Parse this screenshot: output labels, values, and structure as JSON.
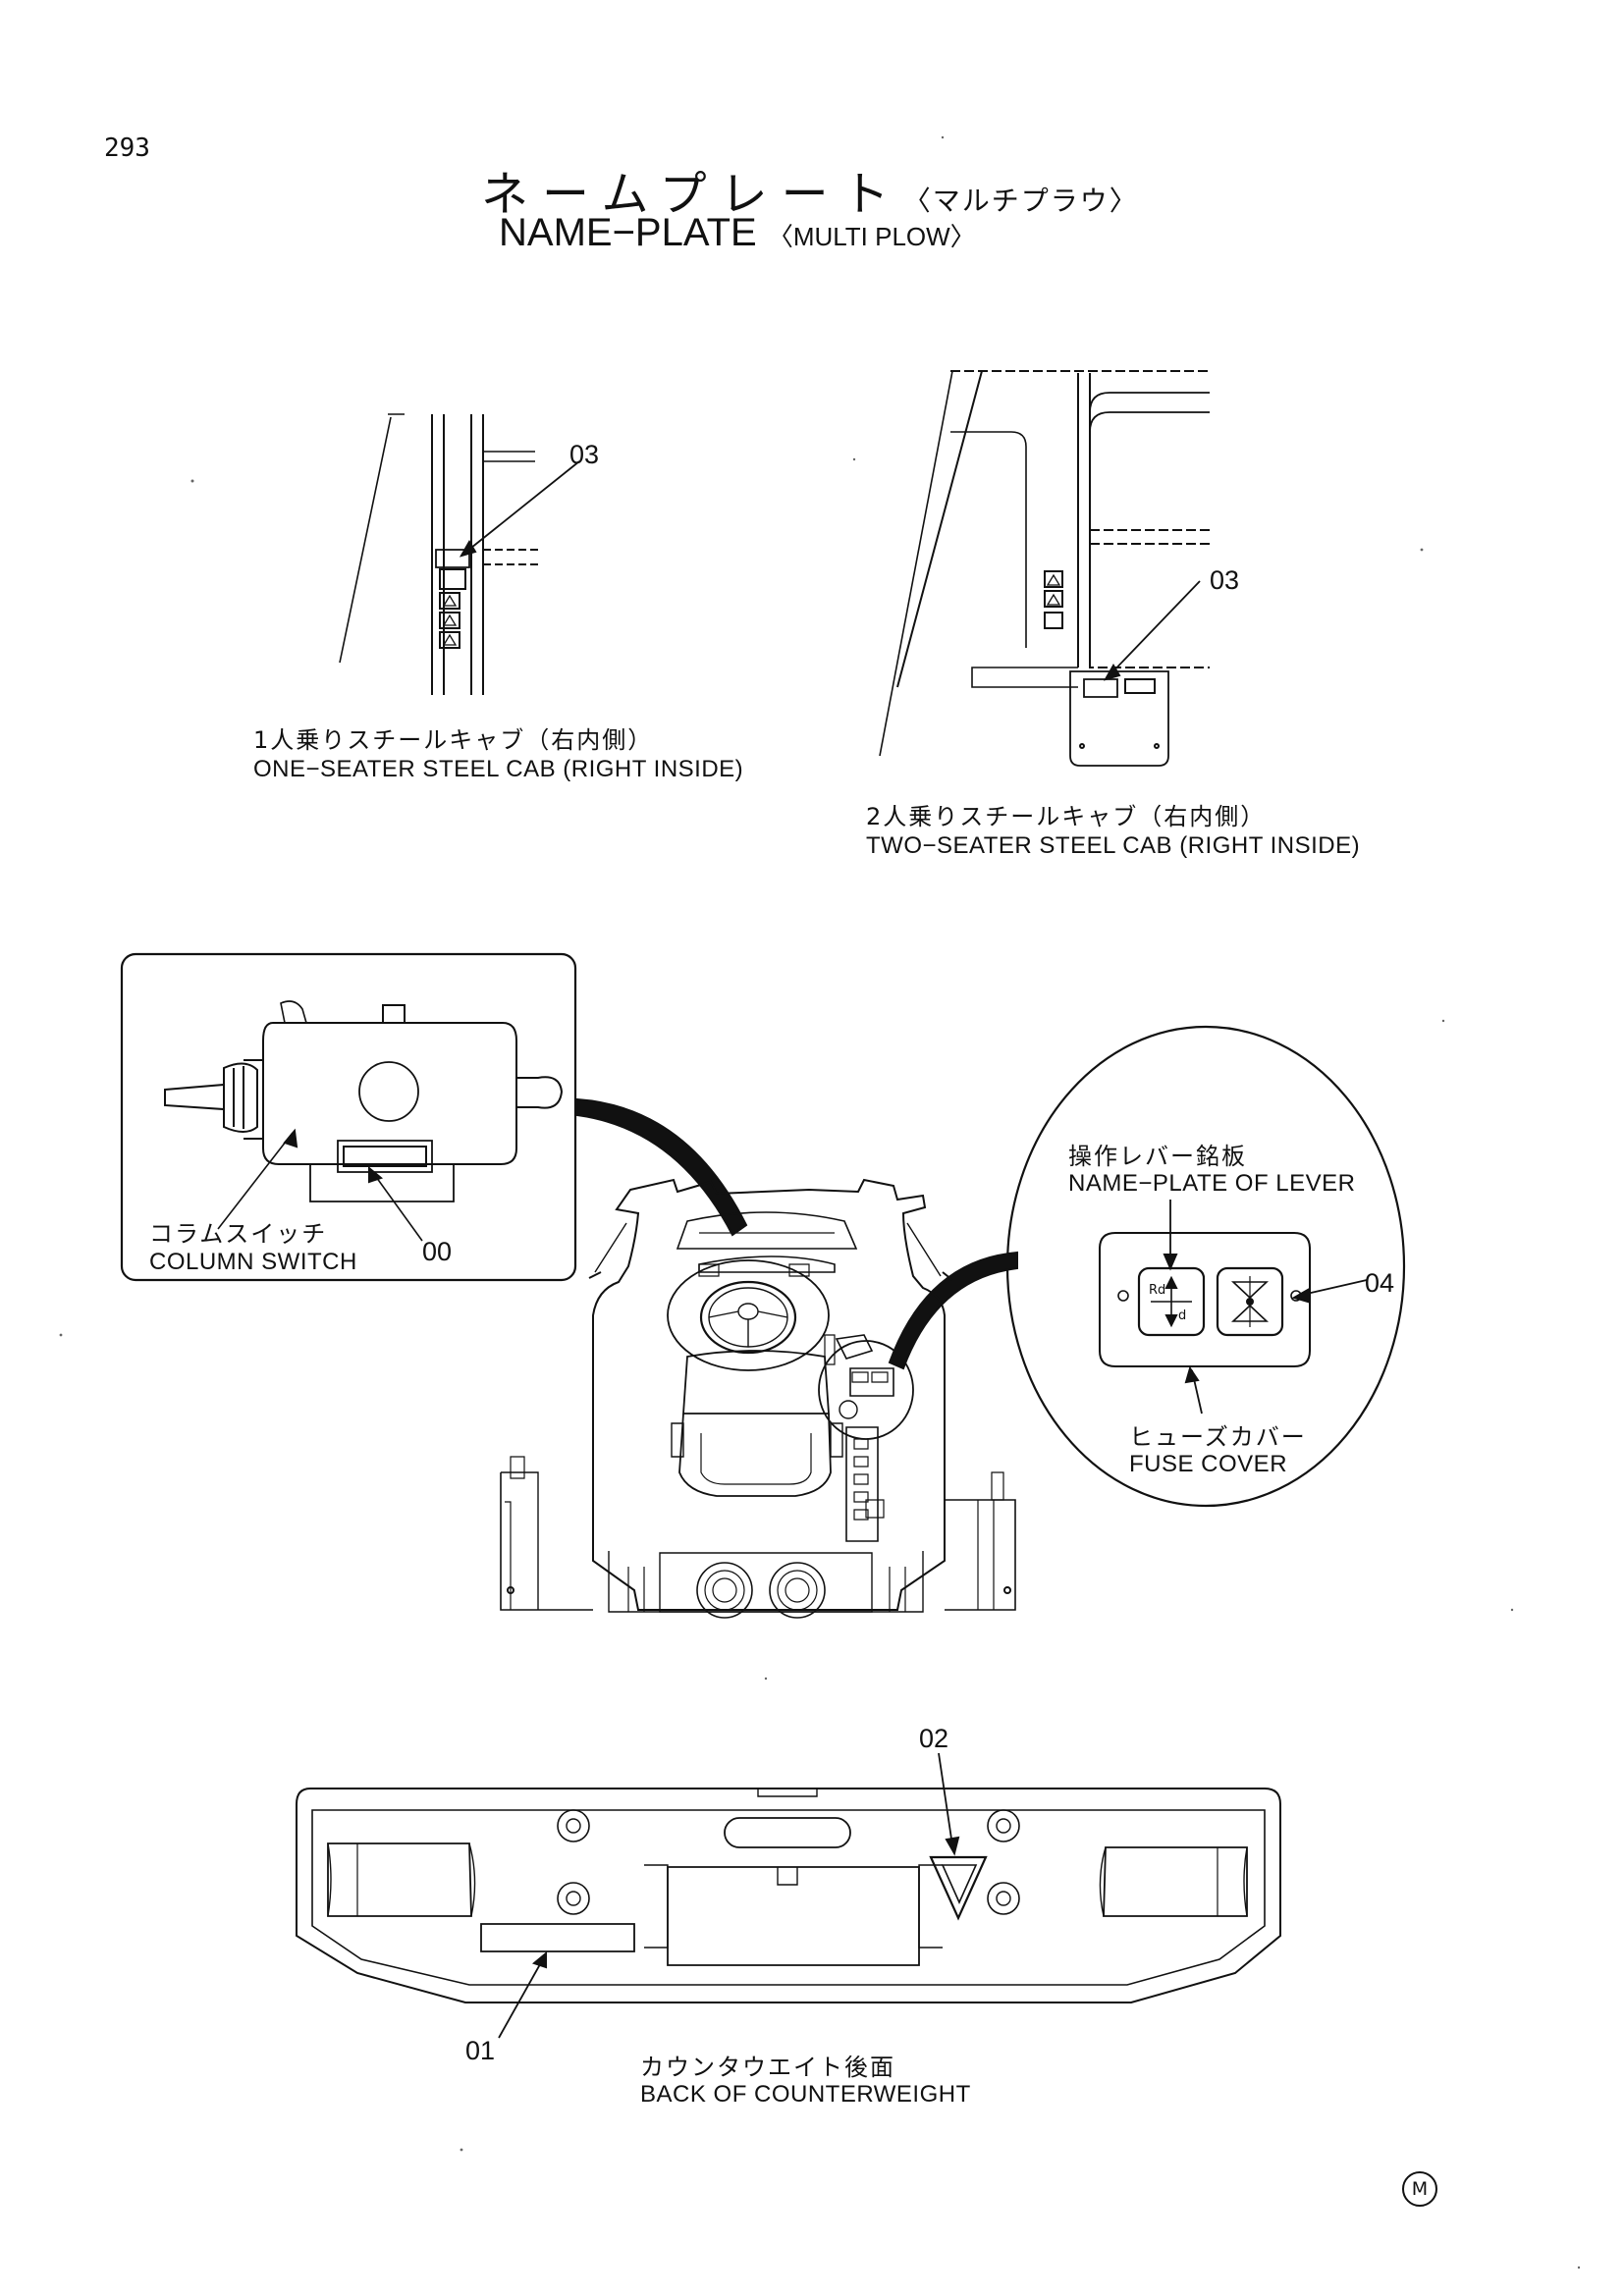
{
  "page_number": "293",
  "title": {
    "jp": "ネームプレート",
    "jp_sub": "〈マルチプラウ〉",
    "en": "NAME−PLATE",
    "en_sub": "〈MULTI PLOW〉"
  },
  "views": {
    "one_seater": {
      "caption_jp": "1人乗りスチールキャブ（右内側）",
      "caption_en": "ONE−SEATER STEEL CAB (RIGHT INSIDE)",
      "callout": "03"
    },
    "two_seater": {
      "caption_jp": "2人乗りスチールキャブ（右内側）",
      "caption_en": "TWO−SEATER STEEL CAB (RIGHT INSIDE)",
      "callout": "03"
    },
    "column_switch": {
      "label_jp": "コラムスイッチ",
      "label_en": "COLUMN SWITCH",
      "callout": "00"
    },
    "lever_detail": {
      "label_jp": "操作レバー銘板",
      "label_en": "NAME−PLATE OF LEVER",
      "fuse_jp": "ヒューズカバー",
      "fuse_en": "FUSE COVER",
      "callout": "04"
    },
    "counterweight": {
      "caption_jp": "カウンタウエイト後面",
      "caption_en": "BACK OF COUNTERWEIGHT",
      "callout_left": "01",
      "callout_top": "02"
    }
  },
  "corner_mark": "M"
}
